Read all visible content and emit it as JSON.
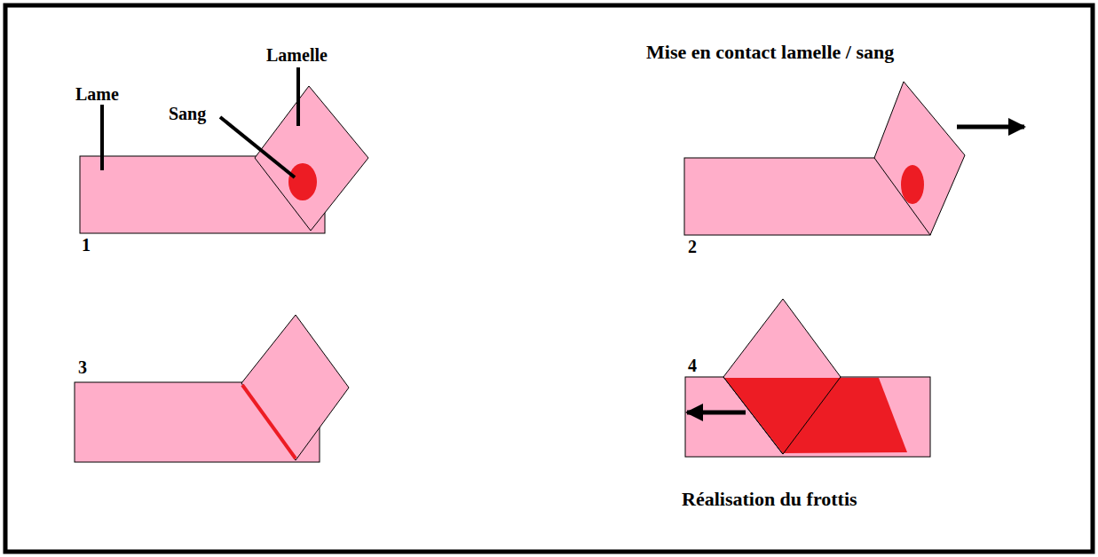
{
  "diagram": {
    "labels": [
      "Lame",
      "Lamelle",
      "Sang",
      "1",
      "Mise en contact lamelle / sang",
      "2",
      "3",
      "4",
      "Réalisation du frottis"
    ]
  }
}
